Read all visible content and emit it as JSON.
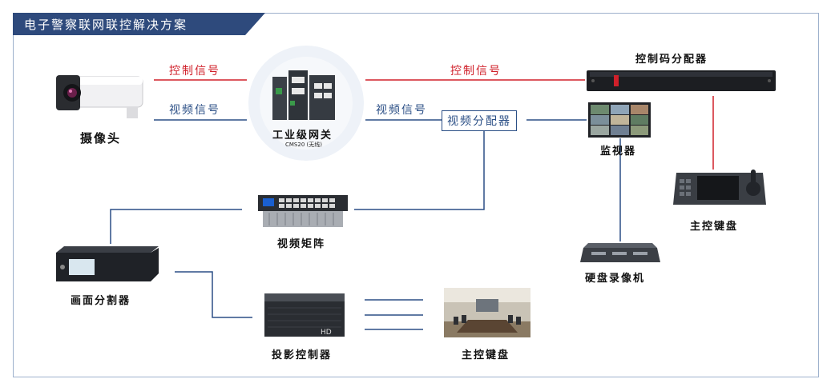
{
  "title": "电子警察联网联控解决方案",
  "signals": {
    "control_left": "控制信号",
    "video_left": "视频信号",
    "control_right": "控制信号",
    "video_right": "视频信号"
  },
  "video_distributor": "视频分配器",
  "gateway": {
    "name": "工业级网关",
    "model": "CMS20 (无线)"
  },
  "devices": {
    "camera": "摄像头",
    "control_code_distributor": "控制码分配器",
    "monitor": "监视器",
    "main_keyboard_top": "主控键盘",
    "video_matrix": "视频矩阵",
    "screen_splitter": "画面分割器",
    "hdd_recorder": "硬盘录像机",
    "projection_controller": "投影控制器",
    "main_keyboard_bottom": "主控键盘"
  },
  "colors": {
    "accent_blue": "#2b4f86",
    "signal_red": "#d0202a",
    "title_bg": "#2e4a7c"
  }
}
